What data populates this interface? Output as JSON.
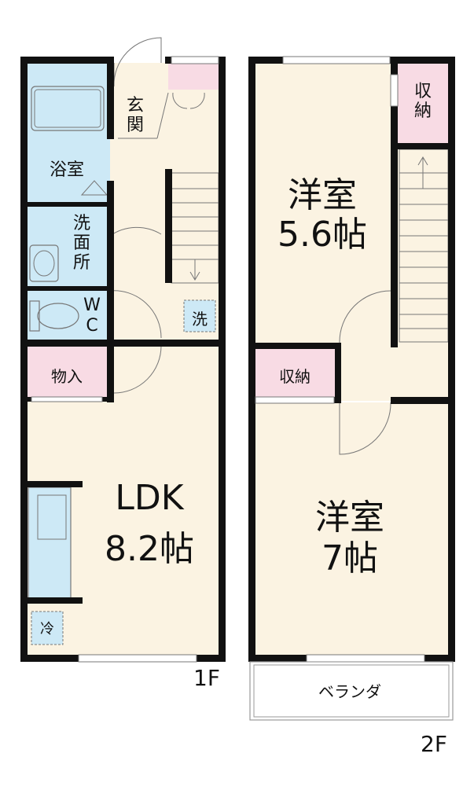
{
  "floor1": {
    "label": "1F",
    "rooms": {
      "entrance": [
        "玄",
        "関"
      ],
      "bath": "浴室",
      "washroom": [
        "洗",
        "面",
        "所"
      ],
      "toilet": [
        "W",
        "C"
      ],
      "laundry": "洗",
      "storage": "物入",
      "ldk_name": "LDK",
      "ldk_size": "8.2帖",
      "fridge": "冷"
    }
  },
  "floor2": {
    "label": "2F",
    "rooms": {
      "closet_top": [
        "収",
        "納"
      ],
      "room1_name": "洋室",
      "room1_size": "5.6帖",
      "closet_mid": "収納",
      "room2_name": "洋室",
      "room2_size": "7帖",
      "balcony": "ベランダ"
    }
  },
  "colors": {
    "wall": "#111111",
    "floor": "#fbf3e2",
    "wet_area": "#cde9f6",
    "closet": "#f8dbe4",
    "outline": "#9a9a9a"
  }
}
